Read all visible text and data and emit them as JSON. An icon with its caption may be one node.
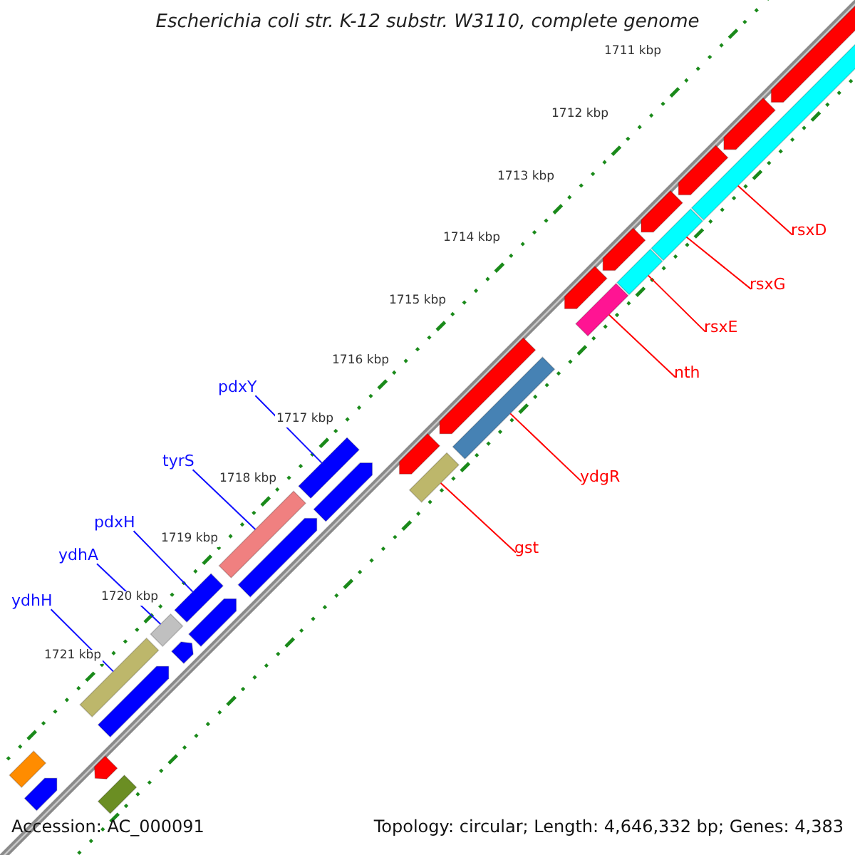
{
  "diagram": {
    "title": "Escherichia coli str. K-12 substr. W3110, complete genome",
    "nodes": [
      {
        "text": [
          "pdxY"
        ]
      },
      {
        "text": [
          "tyrS"
        ]
      },
      {
        "text": [
          "pdxH"
        ]
      },
      {
        "text": [
          "ydhA"
        ]
      },
      {
        "text": [
          "ydhH"
        ]
      },
      {
        "text": [
          "rsxD"
        ]
      },
      {
        "text": [
          "rsxG"
        ]
      },
      {
        "text": [
          "rsxE"
        ]
      },
      {
        "text": [
          "nth"
        ]
      },
      {
        "text": [
          "ydgR"
        ]
      },
      {
        "text": [
          "gst"
        ]
      },
      {
        "text": [],
        "shape": "bar"
      },
      {
        "text": [],
        "shape": "bar"
      },
      {
        "text": [],
        "shape": "bar"
      },
      {
        "text": [],
        "shape": "bar"
      },
      {
        "text": [],
        "shape": "bar"
      },
      {
        "text": [],
        "shape": "bar"
      },
      {
        "text": [],
        "shape": "bar"
      },
      {
        "text": [],
        "shape": "bar"
      },
      {
        "text": [],
        "shape": "bar"
      },
      {
        "text": [],
        "shape": "bar"
      },
      {
        "text": [],
        "shape": "bar"
      }
    ],
    "edges": [
      {
        "from": 0,
        "to": 11,
        "arrow": "none",
        "color": "#1010ff"
      },
      {
        "from": 1,
        "to": 12,
        "arrow": "none",
        "color": "#1010ff"
      },
      {
        "from": 2,
        "to": 13,
        "arrow": "none",
        "color": "#1010ff"
      },
      {
        "from": 3,
        "to": 14,
        "arrow": "none",
        "color": "#1010ff"
      },
      {
        "from": 4,
        "to": 15,
        "arrow": "none",
        "color": "#1010ff"
      },
      {
        "from": 5,
        "to": 16,
        "arrow": "none",
        "color": "#ff0000"
      },
      {
        "from": 6,
        "to": 17,
        "arrow": "none",
        "color": "#ff0000"
      },
      {
        "from": 7,
        "to": 18,
        "arrow": "none",
        "color": "#ff0000"
      },
      {
        "from": 8,
        "to": 19,
        "arrow": "none",
        "color": "#ff0000"
      },
      {
        "from": 9,
        "to": 20,
        "arrow": "none",
        "color": "#ff0000"
      },
      {
        "from": 10,
        "to": 21,
        "arrow": "none",
        "color": "#ff0000"
      }
    ],
    "labels": [
      "1711 kbp",
      "1712 kbp",
      "1713 kbp",
      "1714 kbp",
      "1715 kbp",
      "1716 kbp",
      "1717 kbp",
      "1718 kbp",
      "1719 kbp",
      "1720 kbp",
      "1721 kbp",
      "Accession: AC_000091",
      "Topology: circular; Length: 4,646,332 bp; Genes: 4,383"
    ]
  }
}
